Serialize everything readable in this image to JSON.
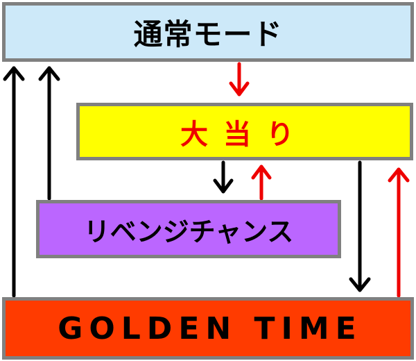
{
  "nodes": {
    "normal_mode": {
      "label": "通常モード",
      "color": "#cde9f9"
    },
    "bonus": {
      "label": "大当り",
      "color": "#ffff00",
      "text_color": "#ee0000"
    },
    "revenge_chance": {
      "label": "リベンジチャンス",
      "color": "#bb66ff"
    },
    "golden_time": {
      "label": "GOLDEN TIME",
      "color": "#ff3b00"
    }
  },
  "edges": [
    {
      "from": "normal_mode",
      "to": "bonus",
      "color": "#ee0000"
    },
    {
      "from": "bonus",
      "to": "revenge_chance",
      "color": "#000000"
    },
    {
      "from": "revenge_chance",
      "to": "bonus",
      "color": "#ee0000"
    },
    {
      "from": "bonus",
      "to": "golden_time",
      "color": "#000000"
    },
    {
      "from": "golden_time",
      "to": "bonus",
      "color": "#ee0000"
    },
    {
      "from": "revenge_chance",
      "to": "normal_mode",
      "color": "#000000"
    },
    {
      "from": "golden_time",
      "to": "normal_mode",
      "color": "#000000"
    }
  ]
}
